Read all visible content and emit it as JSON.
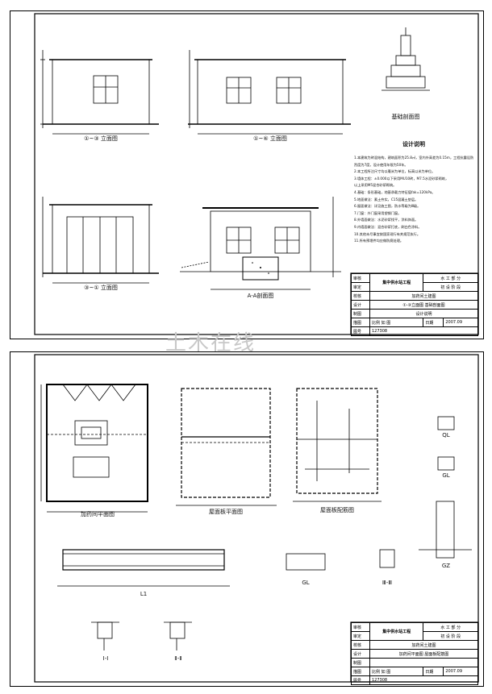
{
  "sheet1": {
    "views": {
      "elev1": "①~③ 立面图",
      "elev2": "①~⑥ 立面图",
      "elev3": "③~① 立面图",
      "section": "A-A剖面图",
      "detail": "基础剖面图"
    },
    "notes_title": "设计说明",
    "notes": [
      "1.本建筑为砖混结构，建筑面积为25.8㎡，室内外高差为0.15m，工程抗震设防",
      "烈度为7度，设计使用年限为50年。",
      "2.本工程所注尺寸均以毫米为单位，标高以米为单位。",
      "3.墙体工程：±0.000以下采用MU10砖，M7.5水泥砂浆砌筑，",
      "以上采用M5混合砂浆砌筑。",
      "4.基础：条形基础，地基承载力特征值fak=120kPa。",
      "5.地面做法：素土夯实，C15混凝土垫层。",
      "6.屋面做法：详见施工图，防水等级为Ⅲ级。",
      "7.门窗：外门窗采用塑钢门窗。",
      "8.外墙面做法：水泥砂浆找平，涂料饰面。",
      "9.内墙面做法：混合砂浆打底，刷白色涂料。",
      "10.其他未尽事宜按国家现行有关规范执行。",
      "11.所有预埋件均应做防腐处理。"
    ]
  },
  "title_block_1": {
    "r1": [
      "审核",
      "集中供水站工程",
      "水 工 部 分"
    ],
    "r2": [
      "审定",
      "",
      "初 设 阶 段"
    ],
    "r3": [
      "校核",
      "加药间土建图"
    ],
    "r4": [
      "设计",
      "①-③立面图 基础剖面图"
    ],
    "r5": [
      "制图",
      "设计说明"
    ],
    "r6": [
      "描图",
      "比例",
      "如 图",
      "日期",
      "2007.09"
    ],
    "r7": [
      "图号",
      "127308"
    ]
  },
  "sheet2": {
    "views": {
      "plan": "加药间平面图",
      "beam_plan": "屋面板平面图",
      "rebar_plan": "屋面板配筋图",
      "beam": "L1",
      "sec1": "Ⅰ-Ⅰ",
      "sec2": "Ⅱ-Ⅱ",
      "gl": "GL",
      "ql": "QL",
      "gz": "GZ",
      "ee": "Ⅲ-Ⅲ"
    }
  },
  "title_block_2": {
    "r1": [
      "审核",
      "集中供水站工程",
      "水 工 部 分"
    ],
    "r2": [
      "审定",
      "",
      "初 设 阶 段"
    ],
    "r3": [
      "校核",
      "加药间土建图"
    ],
    "r4": [
      "设计",
      "加药间平面图 屋面板配筋图"
    ],
    "r5": [
      "制图",
      ""
    ],
    "r6": [
      "描图",
      "比例",
      "如 图",
      "日期",
      "2007.09"
    ],
    "r7": [
      "图号",
      "127308"
    ]
  },
  "watermark": "土木在线"
}
